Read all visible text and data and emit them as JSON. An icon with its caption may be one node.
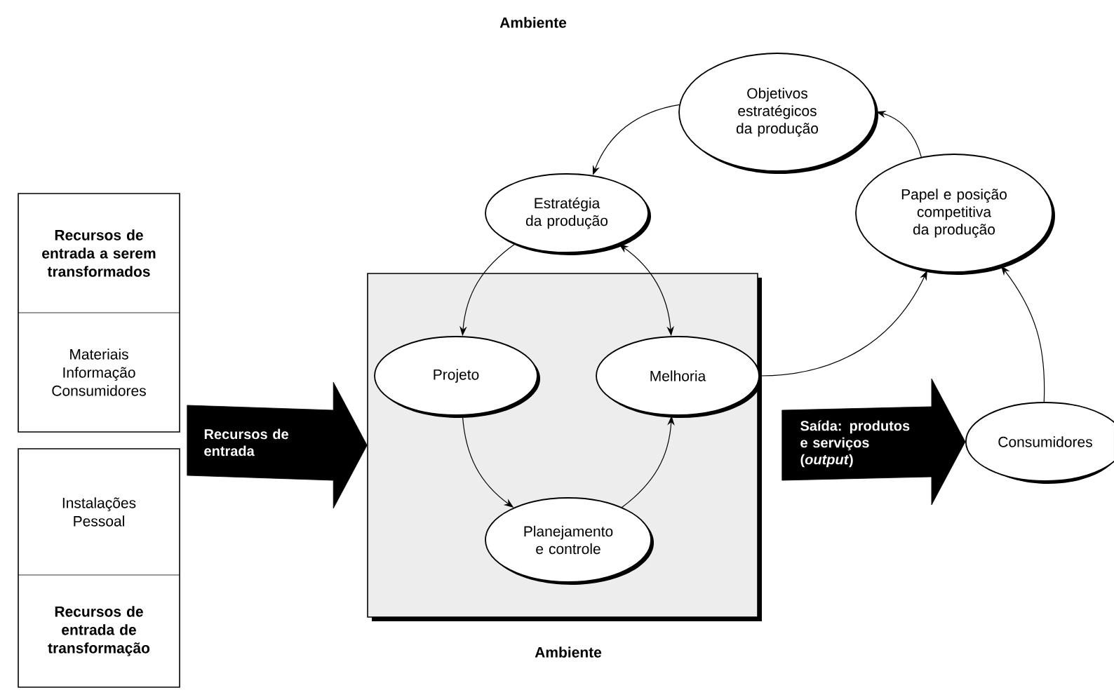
{
  "diagram": {
    "nodes": [
      {
        "text": [
          "Recursos de entrada a serem transformados",
          "Materiais Informação Consumidores"
        ]
      },
      {
        "text": [
          "Instalações Pessoal",
          "Recursos de entrada de transformação"
        ]
      },
      {
        "text": [
          "Objetivos estratégicos da produção"
        ]
      },
      {
        "text": [
          "Estratégia da produção"
        ]
      },
      {
        "text": [
          "Papel e posição competitiva da produção"
        ]
      },
      {
        "text": [],
        "shape": "box"
      },
      {
        "text": [
          "Projeto"
        ],
        "in": 5
      },
      {
        "text": [
          "Melhoria"
        ],
        "in": 5
      },
      {
        "text": [
          "Planejamento e controle"
        ],
        "in": 5
      },
      {
        "text": [
          "Consumidores"
        ]
      }
    ],
    "edges": [
      {
        "from": 2,
        "to": 3,
        "arrow": "to"
      },
      {
        "from": 3,
        "to": 6,
        "arrow": "to"
      },
      {
        "from": 3,
        "to": 7,
        "arrow": "both"
      },
      {
        "from": 6,
        "to": 8,
        "arrow": "to"
      },
      {
        "from": 8,
        "to": 7,
        "arrow": "to"
      },
      {
        "from": 7,
        "to": 4,
        "arrow": "to"
      },
      {
        "from": 9,
        "to": 4,
        "arrow": "to"
      },
      {
        "from": 4,
        "to": 2,
        "arrow": "to"
      },
      {
        "from": 0,
        "to": 5,
        "arrow": "to",
        "label": "Recursos de entrada",
        "style": "thick"
      },
      {
        "from": 1,
        "to": 5,
        "arrow": "to",
        "style": "thick"
      },
      {
        "from": 5,
        "to": 9,
        "arrow": "to",
        "label": "Saída: produtos e serviços (*output*)",
        "style": "thick"
      }
    ],
    "labels": [
      "Ambiente",
      "Ambiente"
    ]
  }
}
